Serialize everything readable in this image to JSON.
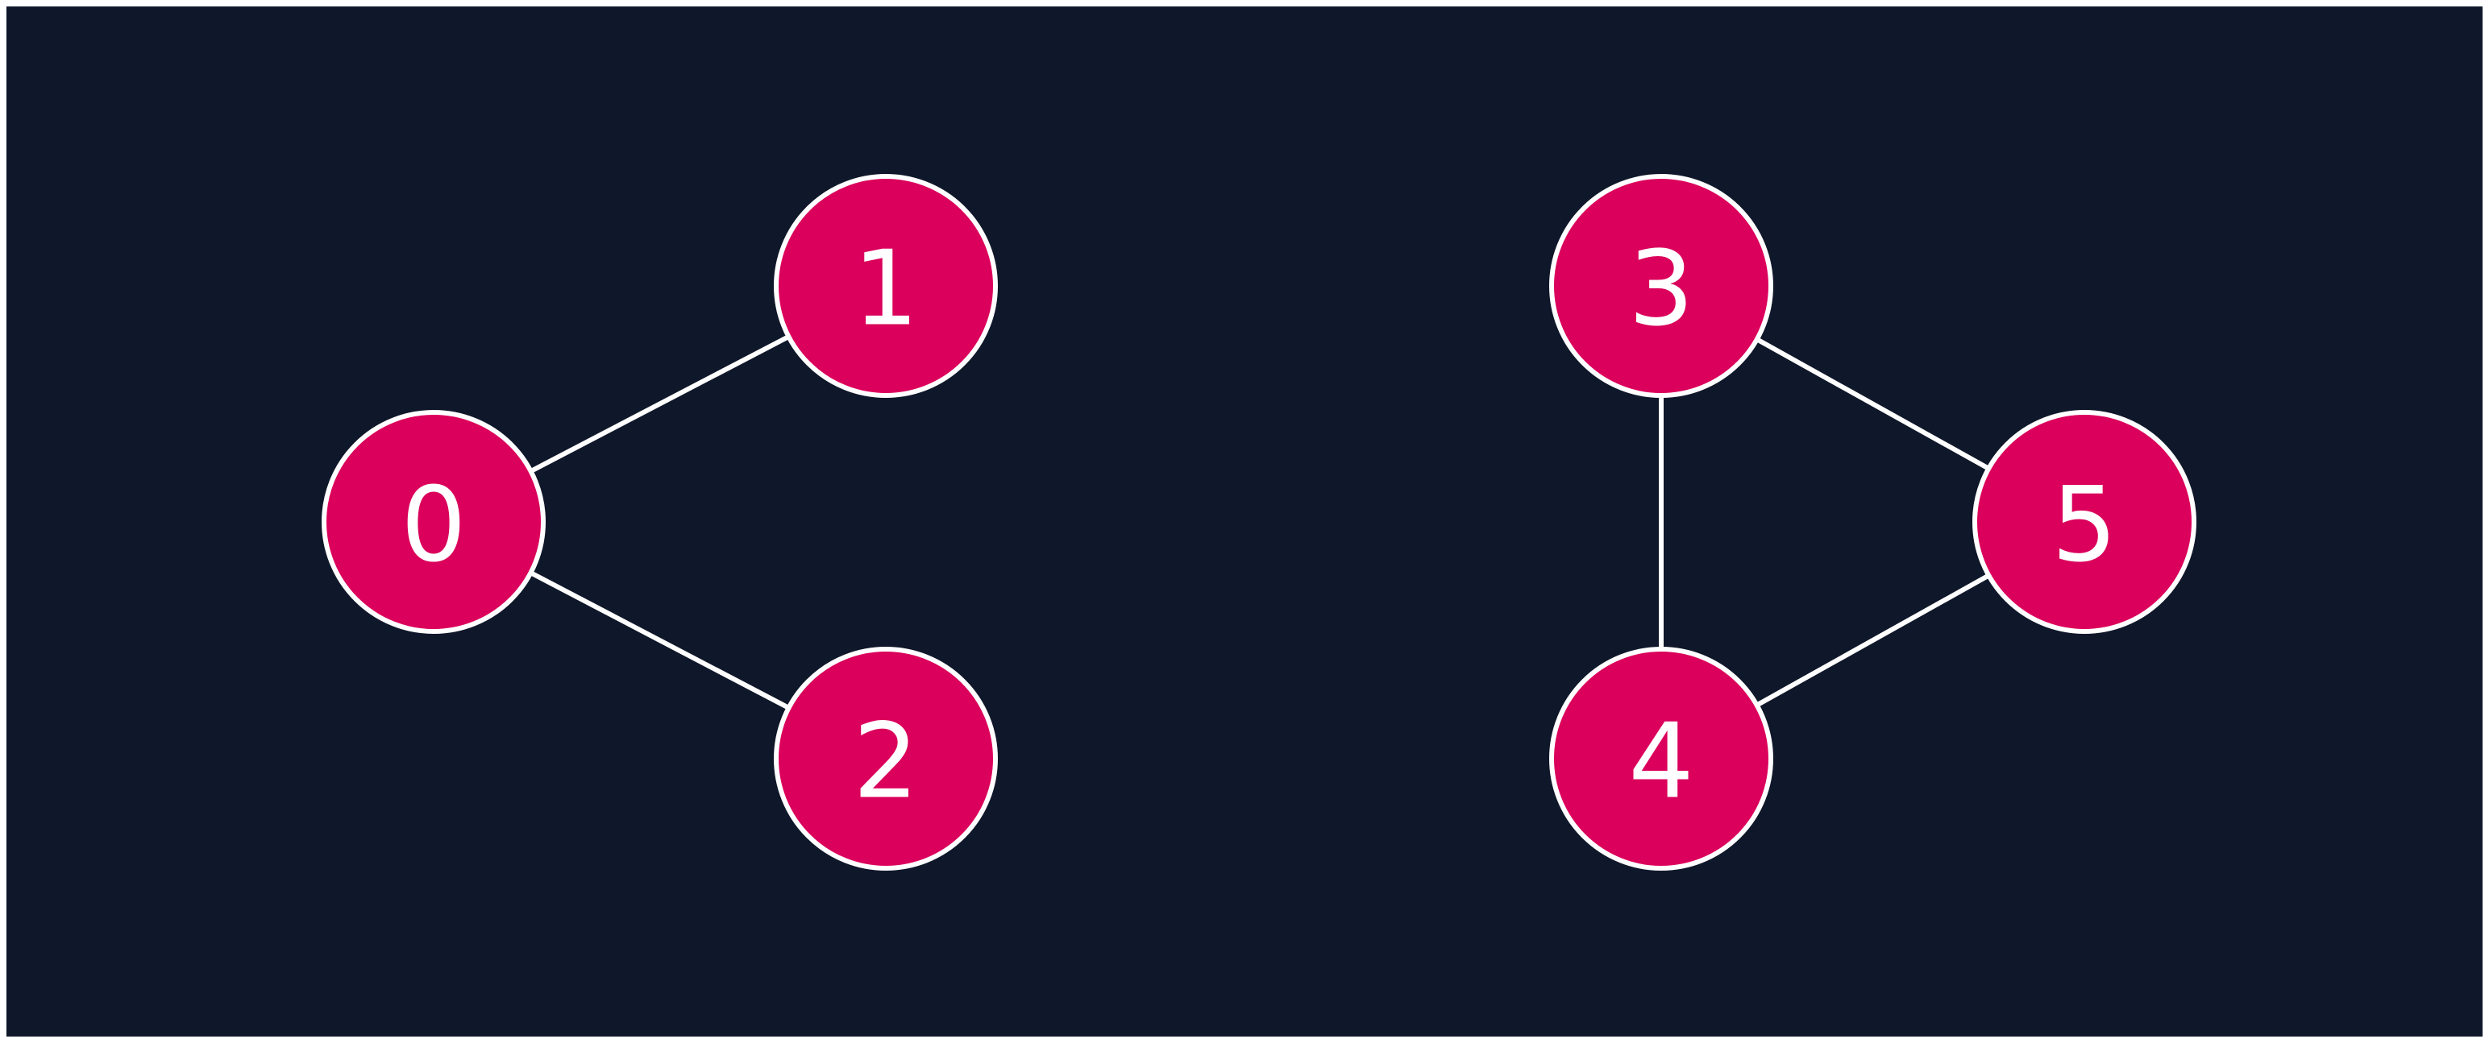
{
  "graph": {
    "colors": {
      "background": "#0f172a",
      "node_fill": "#db005b",
      "node_stroke": "#ffffff",
      "edge": "#ffffff",
      "label": "#ffffff"
    },
    "nodes": [
      {
        "id": "0",
        "label": "0"
      },
      {
        "id": "1",
        "label": "1"
      },
      {
        "id": "2",
        "label": "2"
      },
      {
        "id": "3",
        "label": "3"
      },
      {
        "id": "4",
        "label": "4"
      },
      {
        "id": "5",
        "label": "5"
      }
    ],
    "edges": [
      {
        "from": "0",
        "to": "1"
      },
      {
        "from": "0",
        "to": "2"
      },
      {
        "from": "3",
        "to": "4"
      },
      {
        "from": "3",
        "to": "5"
      },
      {
        "from": "4",
        "to": "5"
      }
    ]
  }
}
